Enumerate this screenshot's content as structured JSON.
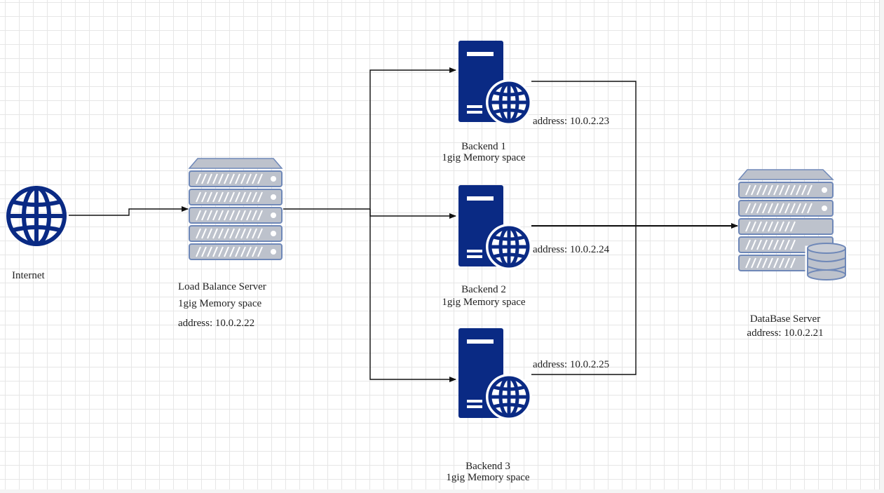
{
  "colors": {
    "server_blue": "#0a2a84",
    "rack_gray": "#bdc2cc",
    "rack_outline": "#6f88b8",
    "line": "#111111",
    "grid": "#e6e6e6"
  },
  "nodes": {
    "internet": {
      "label": "Internet",
      "icon": "globe-icon"
    },
    "load_balancer": {
      "name": "Load Balance Server",
      "memory": "1gig Memory space",
      "address": "address: 10.0.2.22",
      "icon": "server-rack-icon"
    },
    "backends": [
      {
        "name": "Backend 1",
        "memory": "1gig Memory space",
        "address": "address: 10.0.2.23",
        "icon": "web-server-icon"
      },
      {
        "name": "Backend 2",
        "memory": "1gig Memory space",
        "address": "address: 10.0.2.24",
        "icon": "web-server-icon"
      },
      {
        "name": "Backend 3",
        "memory": "1gig Memory space",
        "address": "address: 10.0.2.25",
        "icon": "web-server-icon"
      }
    ],
    "database": {
      "name": "DataBase Server",
      "address": "address: 10.0.2.21",
      "icon": "database-server-icon"
    }
  },
  "connections": [
    {
      "from": "internet",
      "to": "load_balancer"
    },
    {
      "from": "load_balancer",
      "to": "backend_1"
    },
    {
      "from": "load_balancer",
      "to": "backend_2"
    },
    {
      "from": "load_balancer",
      "to": "backend_3"
    },
    {
      "from": "backend_1",
      "to": "database"
    },
    {
      "from": "backend_2",
      "to": "database"
    },
    {
      "from": "backend_3",
      "to": "database"
    }
  ]
}
